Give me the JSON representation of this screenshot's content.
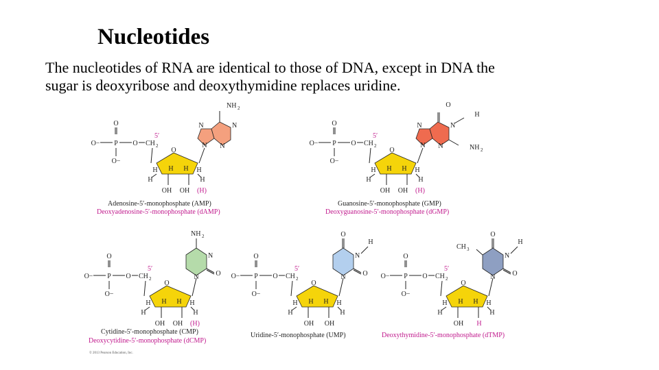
{
  "slide": {
    "title": "Nucleotides",
    "body_line1": "The nucleotides of RNA are identical to those of DNA, except in DNA the",
    "body_line2": "sugar is deoxyribose and deoxythymidine replaces uridine."
  },
  "figure": {
    "labels": {
      "O": "O",
      "O_minus": "O−",
      "P": "P",
      "CH": "CH",
      "sub2": "2",
      "five_prime": "5′",
      "H": "H",
      "N": "N",
      "NH": "NH",
      "OH": "OH",
      "paren_H": "(H)",
      "CH3": "CH",
      "sub3": "3"
    },
    "captions": {
      "amp": "Adenosine-5′-monophosphate (AMP)",
      "damp": "Deoxyadenosine-5′-monophosphate (dAMP)",
      "gmp": "Guanosine-5′-monophosphate (GMP)",
      "dgmp": "Deoxyguanosine-5′-monophosphate (dGMP)",
      "cmp": "Cytidine-5′-monophosphate (CMP)",
      "dcmp": "Deoxycytidine-5′-monophosphate (dCMP)",
      "ump": "Uridine-5′-monophosphate (UMP)",
      "dtmp": "Deoxythymidine-5′-monophosphate (dTMP)"
    },
    "copyright": "© 2013 Pearson Education, Inc.",
    "colors": {
      "ribose": "#f5d40a",
      "adenine": "#f4a07e",
      "guanine": "#ef6b4f",
      "cytosine": "#b5dbaa",
      "uracil": "#b3cfee",
      "thymine": "#8e9fc2",
      "magenta": "#c0188c"
    }
  }
}
